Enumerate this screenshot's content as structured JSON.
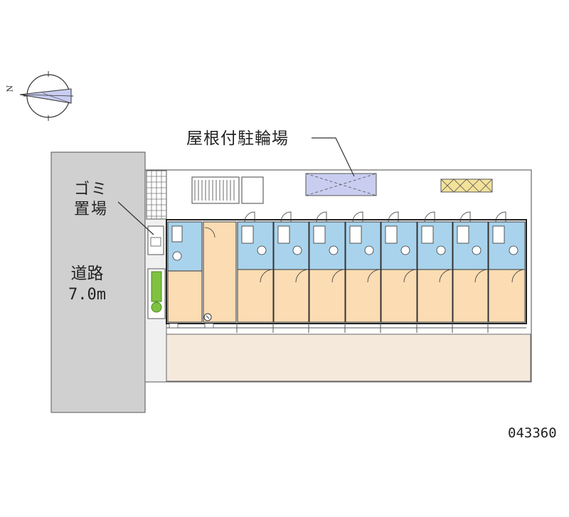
{
  "compass": {
    "north_label": "N",
    "icon": "compass-rose-icon"
  },
  "labels": {
    "covered_bike_parking": "屋根付駐輪場",
    "garbage_area": [
      "ゴミ",
      "置場"
    ],
    "road": "道路",
    "road_width": "7.0m",
    "property_id": "043360"
  },
  "colors": {
    "road": "#d0d0d0",
    "unit_floor": "#fbdcb3",
    "wet_area": "#a9d3ec",
    "site_ground": "#f5e9dc",
    "roofed_bike_parking": "#c9cdf0",
    "bike_racks": "#f3e29a",
    "planting": "#7fc241",
    "outline": "#222222"
  },
  "plan": {
    "unit_count": 8,
    "entrance_unit_count": 1
  }
}
